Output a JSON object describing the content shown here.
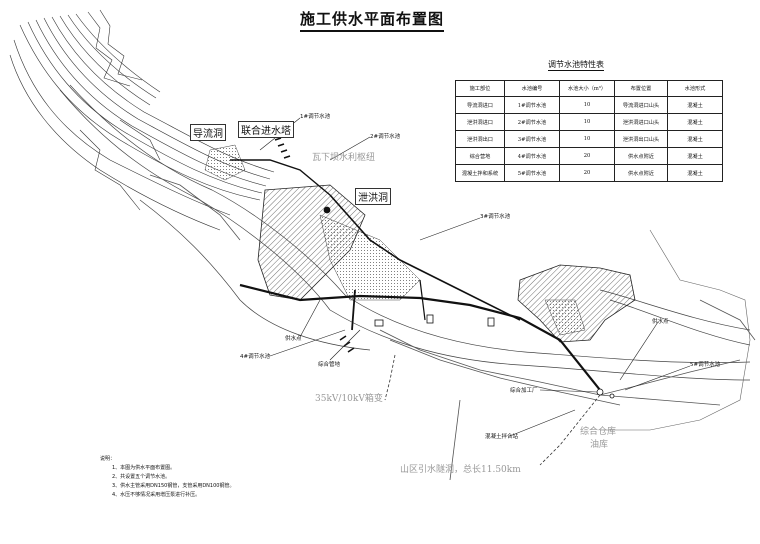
{
  "title": "施工供水平面布置图",
  "table": {
    "title": "调节水池特性表",
    "headers": [
      "施工部位",
      "水池编号",
      "水池大小（m³）",
      "布置位置",
      "水池形式"
    ],
    "rows": [
      [
        "导流洞进口",
        "1#调节水池",
        "10",
        "导流洞进口山头",
        "混凝土"
      ],
      [
        "泄洪洞进口",
        "2#调节水池",
        "10",
        "泄洪洞进口山头",
        "混凝土"
      ],
      [
        "泄洪洞出口",
        "3#调节水池",
        "10",
        "泄洪洞出口山头",
        "混凝土"
      ],
      [
        "综合营地",
        "4#调节水池",
        "20",
        "供水点附近",
        "混凝土"
      ],
      [
        "混凝土拌和系统",
        "5#调节水池",
        "20",
        "供水点附近",
        "混凝土"
      ]
    ]
  },
  "labels": {
    "diversion_tunnel": "导流洞",
    "intake_tower": "联合进水塔",
    "spillway_tunnel": "泄洪洞",
    "pool1": "1#调节水池",
    "pool2": "2#调节水池",
    "pool3": "3#调节水池",
    "pool4": "4#调节水池",
    "pool5": "5#调节水池",
    "supply_point_left": "供水点",
    "supply_point_right": "供水点",
    "pipe_zone": "综合管地",
    "processing_plant": "综合加工厂",
    "mixing_station": "混凝土拌合站",
    "storage": "综合仓库",
    "oil_depot": "油库",
    "power_line": "35kV/10kV箱变",
    "water_tunnel": "山区引水隧洞，总长11.50km",
    "hub_grey": "瓦下坝水利枢纽"
  },
  "notes": {
    "heading": "说明：",
    "items": [
      "1、本图为供水平面布置图。",
      "2、共设置五个调节水池。",
      "3、供水主管采用DN150钢管，支管采用DN100钢管。",
      "4、水压不够情况采用增压泵进行补压。"
    ]
  }
}
